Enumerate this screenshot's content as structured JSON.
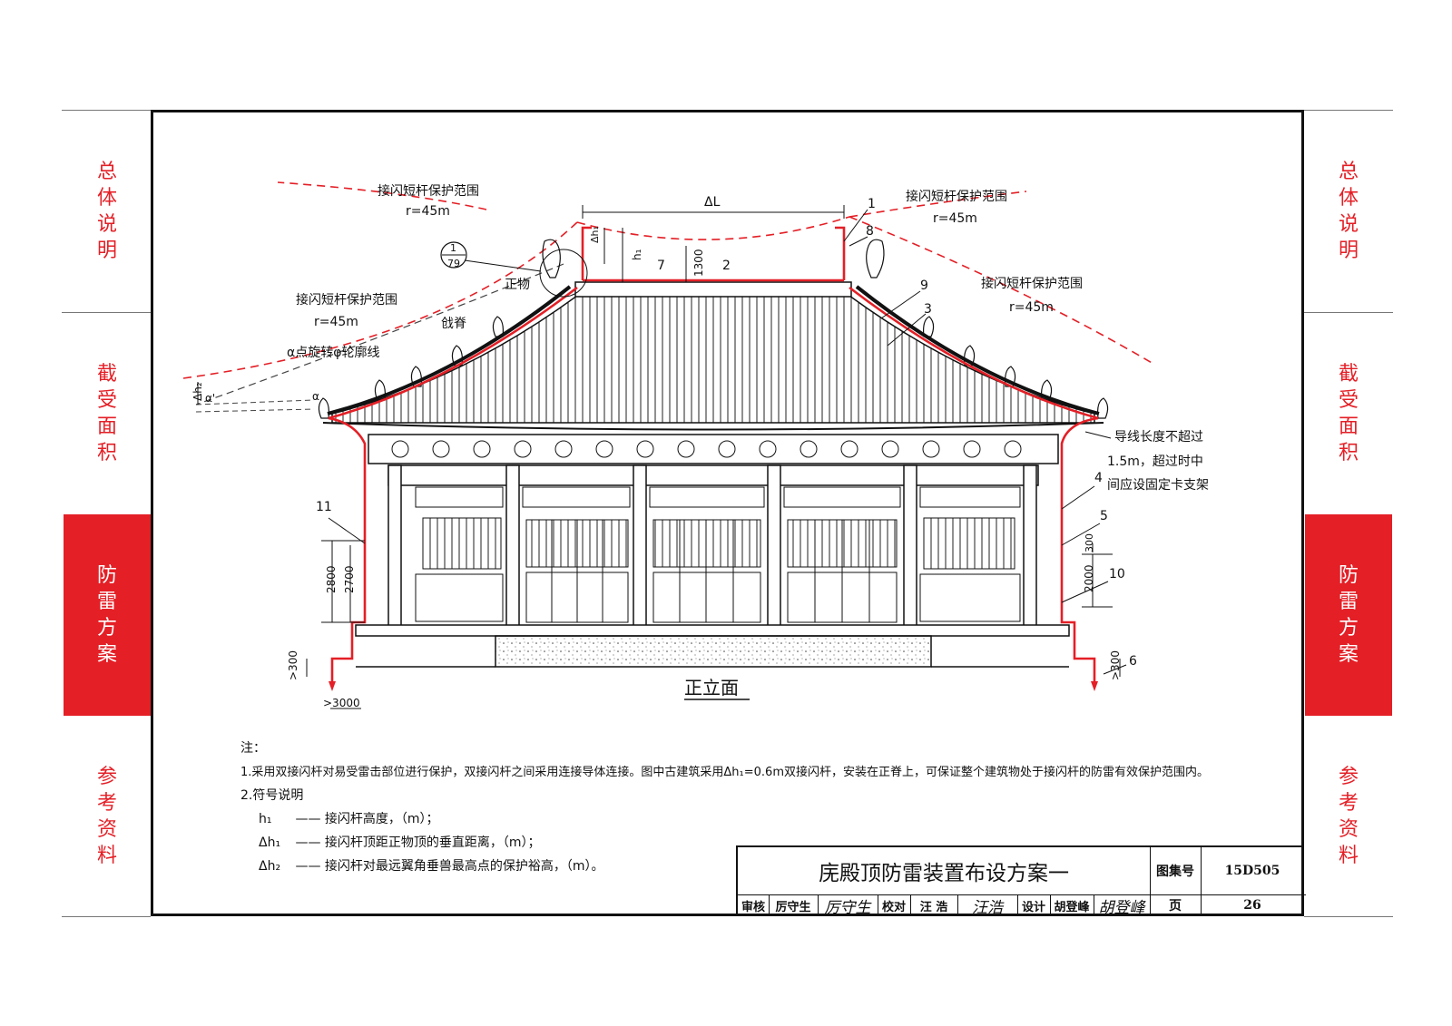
{
  "side_tabs": [
    {
      "label": "总体说明",
      "active": false
    },
    {
      "label": "截受面积",
      "active": false
    },
    {
      "label": "防雷方案",
      "active": true
    },
    {
      "label": "参考资料",
      "active": false
    }
  ],
  "colors": {
    "accent": "#e41f26",
    "line": "#111111"
  },
  "drawing": {
    "view_title": "正立面",
    "protection_labels": [
      {
        "title": "接闪短杆保护范围",
        "radius": "r=45m"
      },
      {
        "title": "接闪短杆保护范围",
        "radius": "r=45m"
      },
      {
        "title": "接闪短杆保护范围",
        "radius": "r=45m"
      },
      {
        "title": "接闪短杆保护范围",
        "radius": "r=45m"
      }
    ],
    "dim_delta_l": "ΔL",
    "dim_delta_h1": "Δh₁",
    "dim_h1": "h₁",
    "dim_1300": "1300",
    "detail_ref_top": "1",
    "detail_ref_bottom": "79",
    "label_zhengwu": "正物",
    "label_qiaji": "戗脊",
    "label_contour": "α点旋转φ轮廓线",
    "label_delta_h2": "Δh₂",
    "label_a_prime": "α'",
    "label_a": "α",
    "callouts": [
      "1",
      "2",
      "3",
      "4",
      "5",
      "6",
      "7",
      "8",
      "9",
      "10",
      "11"
    ],
    "downlead_note": [
      "导线长度不超过",
      "1.5m，超过时中",
      "间应设固定卡支架"
    ],
    "dims_left": [
      "2800",
      "2700",
      ">300",
      ">3000"
    ],
    "dims_right": [
      "300",
      "2000",
      ">300"
    ]
  },
  "notes": {
    "heading": "注：",
    "line1": "1.采用双接闪杆对易受雷击部位进行保护，双接闪杆之间采用连接导体连接。图中古建筑采用Δh₁=0.6m双接闪杆，安装在正脊上，可保证整个建筑物处于接闪杆的防雷有效保护范围内。",
    "line2": "2.符号说明",
    "symbols": [
      {
        "sym": "h₁",
        "desc": "接闪杆高度，（m）；"
      },
      {
        "sym": "Δh₁",
        "desc": "接闪杆顶距正物顶的垂直距离，（m）；"
      },
      {
        "sym": "Δh₂",
        "desc": "接闪杆对最远翼角垂兽最高点的保护裕高，（m）。"
      }
    ]
  },
  "title_block": {
    "title": "庑殿顶防雷装置布设方案一",
    "atlas_label": "图集号",
    "atlas_no": "15D505",
    "page_label": "页",
    "page_no": "26",
    "review_label": "审核",
    "reviewer": "厉守生",
    "reviewer_sig": "厉守生",
    "check_label": "校对",
    "checker": "汪 浩",
    "checker_sig": "汪浩",
    "design_label": "设计",
    "designer": "胡登峰",
    "designer_sig": "胡登峰"
  }
}
